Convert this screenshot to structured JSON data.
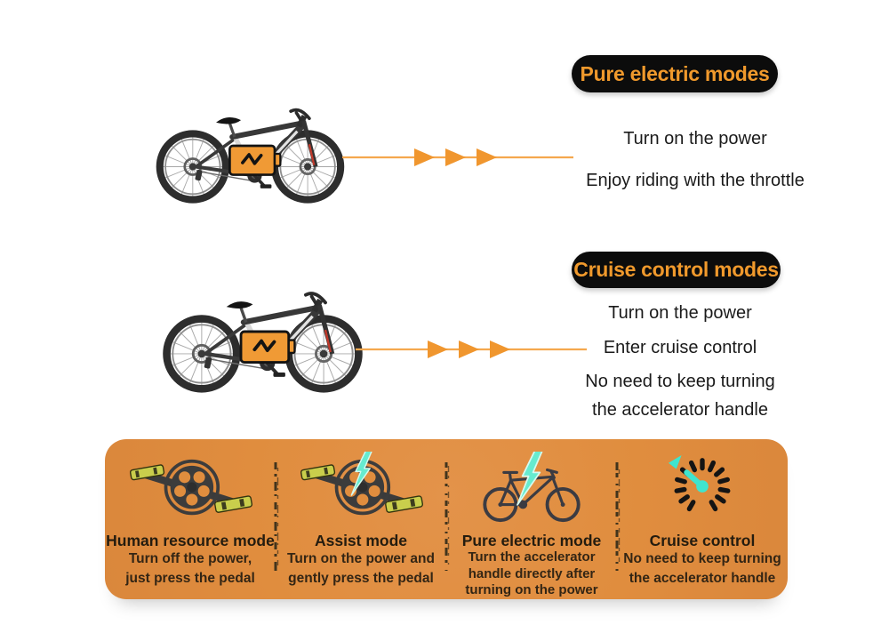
{
  "colors": {
    "accent_orange": "#F49D33",
    "panel_orange": "#E08D3E",
    "badge_background": "#0C0C0C",
    "badge_text": "#F0992C",
    "cyan_accent": "#52E7CC",
    "pedal_yellow": "#C9CE4C"
  },
  "sections": [
    {
      "badge": "Pure electric modes",
      "lines": [
        "Turn on the power",
        "Enjoy riding with the throttle"
      ]
    },
    {
      "badge": "Cruise control modes",
      "lines": [
        "Turn on the power",
        "Enter cruise control",
        "No need to keep turning",
        "the accelerator handle"
      ]
    }
  ],
  "modes_panel": {
    "items": [
      {
        "icon": "crank-pedal-icon",
        "title": "Human resource mode",
        "lines": [
          "Turn off the power,",
          "just press the pedal"
        ]
      },
      {
        "icon": "crank-pedal-lightning-icon",
        "title": "Assist mode",
        "lines": [
          "Turn on the power and",
          "gently press the pedal"
        ]
      },
      {
        "icon": "ebike-lightning-icon",
        "title": "Pure electric mode",
        "lines": [
          "Turn the accelerator",
          "handle directly after",
          "turning on the power"
        ]
      },
      {
        "icon": "speedometer-icon",
        "title": "Cruise control",
        "lines": [
          "No need to keep turning",
          "the accelerator handle"
        ]
      }
    ]
  }
}
